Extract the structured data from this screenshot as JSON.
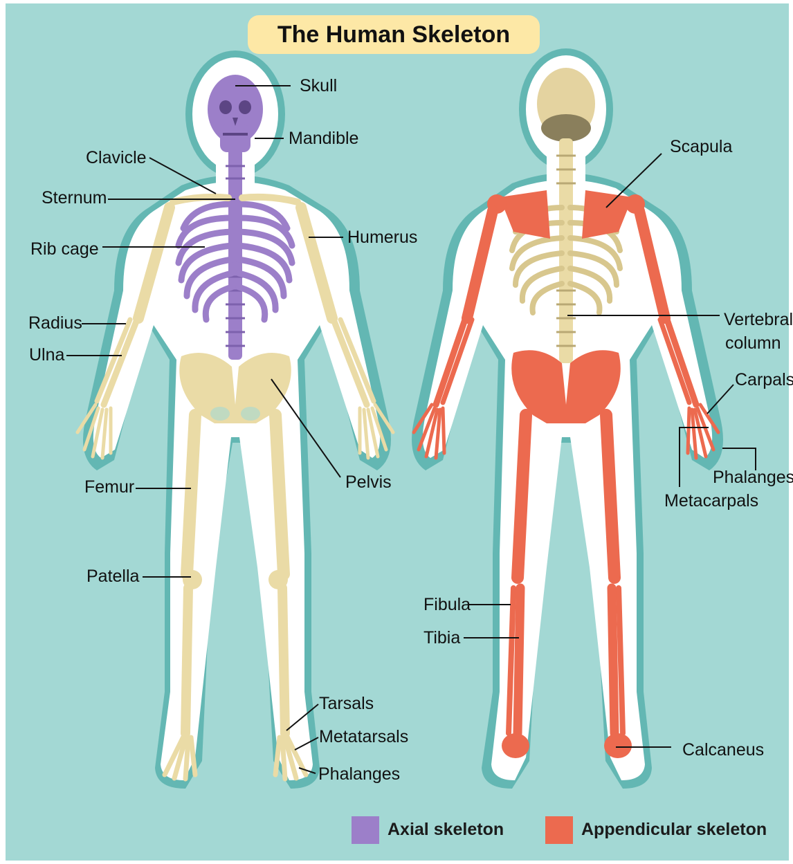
{
  "title": "The Human Skeleton",
  "colors": {
    "background": "#a3d8d4",
    "axial": "#9c7fc9",
    "appendicular": "#ec6a4f",
    "bone": "#eadba6",
    "title_box": "#fde8a6"
  },
  "labels": {
    "skull": "Skull",
    "mandible": "Mandible",
    "clavicle": "Clavicle",
    "sternum": "Sternum",
    "rib_cage": "Rib cage",
    "humerus": "Humerus",
    "radius": "Radius",
    "ulna": "Ulna",
    "pelvis": "Pelvis",
    "femur": "Femur",
    "patella": "Patella",
    "tarsals": "Tarsals",
    "metatarsals": "Metatarsals",
    "phalanges_foot": "Phalanges",
    "scapula": "Scapula",
    "vertebral_column_1": "Vertebral",
    "vertebral_column_2": "column",
    "carpals": "Carpals",
    "phalanges_hand": "Phalanges",
    "metacarpals": "Metacarpals",
    "fibula": "Fibula",
    "tibia": "Tibia",
    "calcaneus": "Calcaneus"
  },
  "legend": {
    "axial": "Axial skeleton",
    "appendicular": "Appendicular skeleton"
  }
}
